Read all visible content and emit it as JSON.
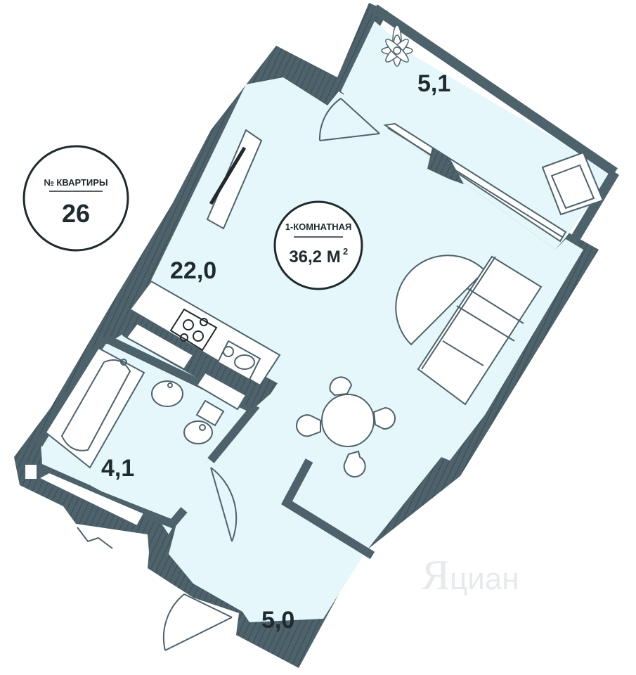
{
  "apartment_badge": {
    "label": "№ КВАРТИРЫ",
    "number": "26"
  },
  "type_badge": {
    "label": "1-КОМНАТНАЯ",
    "area": "36,2 М",
    "area_sup": "2"
  },
  "rooms": {
    "balcony_area": "5,1",
    "living_area": "22,0",
    "bathroom_area": "4,1",
    "hall_area": "5,0"
  },
  "watermark": {
    "text": "циан"
  },
  "colors": {
    "wall": "#4e626b",
    "wall_dark": "#3b4c53",
    "floor": "#e5f7fa",
    "ink": "#1f2a2e"
  },
  "icons": [
    "plant-icon",
    "armchair-icon",
    "sofa-icon",
    "rug-icon",
    "dining-table-icon",
    "chair-icon",
    "hob-icon",
    "sink-icon",
    "bathtub-icon",
    "washbasin-icon",
    "toilet-icon",
    "door-icon",
    "wardrobe-icon",
    "watermark-logo-icon"
  ]
}
